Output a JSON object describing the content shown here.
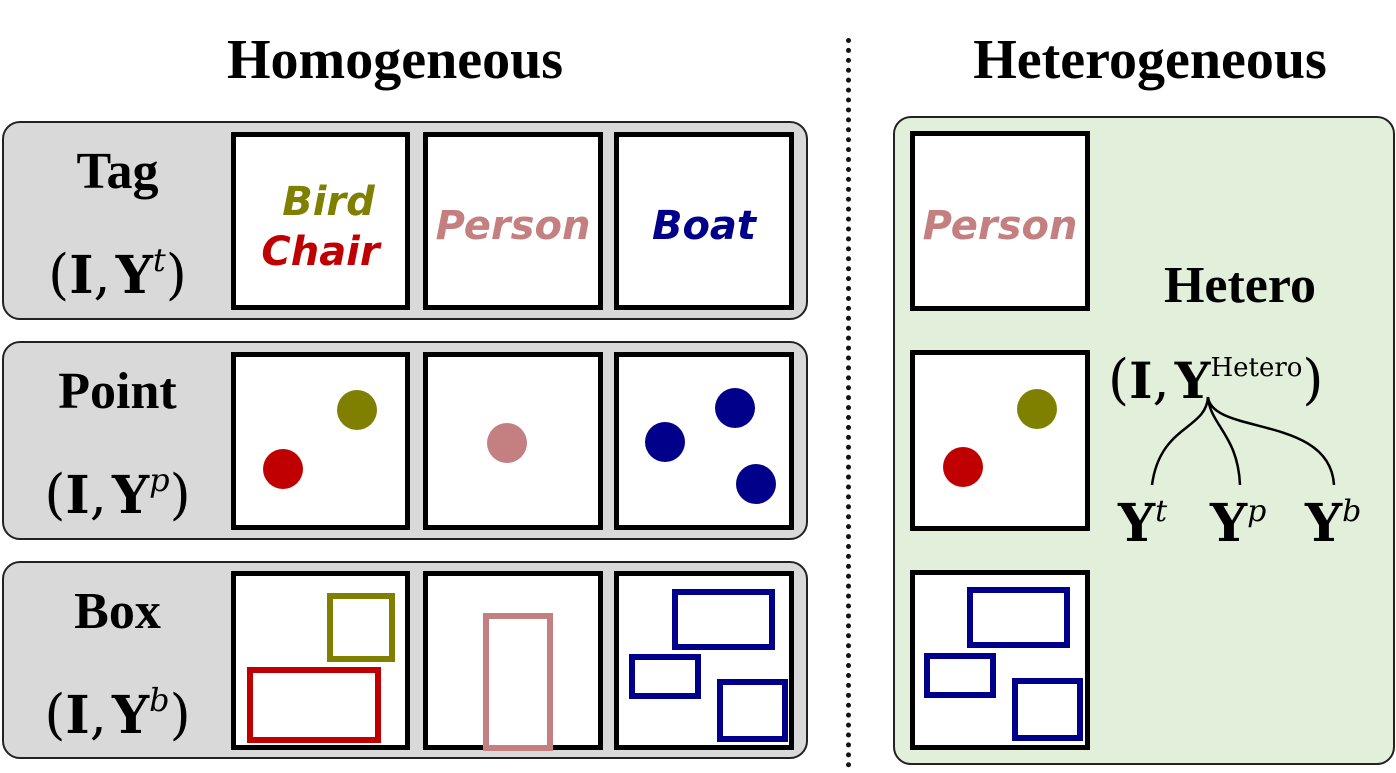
{
  "titles": {
    "homogeneous": "Homogeneous",
    "heterogeneous": "Heterogeneous"
  },
  "rows": {
    "tag": {
      "label": "Tag",
      "math_open": "(",
      "math_I": "I",
      "math_comma": ",",
      "math_Y": "Y",
      "math_sup": "t",
      "math_close": ")"
    },
    "point": {
      "label": "Point",
      "math_open": "(",
      "math_I": "I",
      "math_comma": ",",
      "math_Y": "Y",
      "math_sup": "p",
      "math_close": ")"
    },
    "box": {
      "label": "Box",
      "math_open": "(",
      "math_I": "I",
      "math_comma": ",",
      "math_Y": "Y",
      "math_sup": "b",
      "math_close": ")"
    }
  },
  "tags": {
    "bird": "Bird",
    "chair": "Chair",
    "person": "Person",
    "boat": "Boat"
  },
  "hetero": {
    "label": "Hetero",
    "math_open": "(",
    "math_I": "I",
    "math_comma": ",",
    "math_Y": "Y",
    "math_sup": "Hetero",
    "math_close": ")",
    "leaves": [
      {
        "Y": "Y",
        "sup": "t"
      },
      {
        "Y": "Y",
        "sup": "p"
      },
      {
        "Y": "Y",
        "sup": "b"
      }
    ]
  },
  "colors": {
    "bird": "#808000",
    "chair": "#c00000",
    "person": "#c48080",
    "boat": "#00008b",
    "row_panel": "#d9d9d9",
    "hetero_panel": "#e2efda"
  }
}
